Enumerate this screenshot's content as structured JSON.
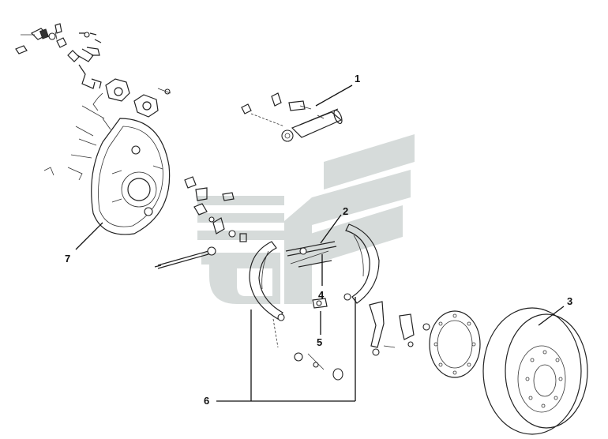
{
  "diagram": {
    "watermark_color": "#cfd5d4",
    "callouts": [
      {
        "id": "1",
        "label": "1"
      },
      {
        "id": "2",
        "label": "2"
      },
      {
        "id": "3",
        "label": "3"
      },
      {
        "id": "4",
        "label": "4"
      },
      {
        "id": "5",
        "label": "5"
      },
      {
        "id": "6",
        "label": "6"
      },
      {
        "id": "7",
        "label": "7"
      }
    ]
  }
}
